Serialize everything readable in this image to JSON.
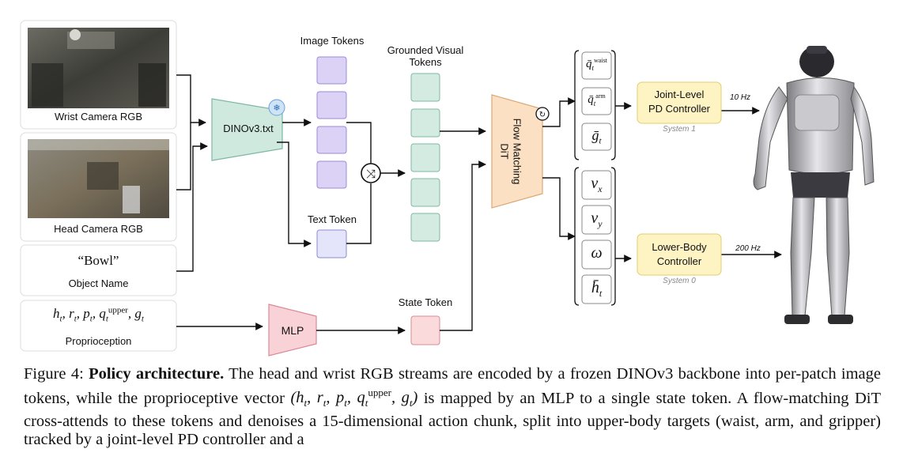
{
  "figure": {
    "inputs": {
      "wrist_camera_label": "Wrist Camera RGB",
      "head_camera_label": "Head Camera RGB",
      "object_text": "“Bowl”",
      "object_label": "Object Name",
      "proprio_formula": "h_t, r_t, p_t, q_t^upper, g_t",
      "proprio_label": "Proprioception"
    },
    "encoder": {
      "label": "DINOv3.txt",
      "frozen_icon": "snowflake-icon"
    },
    "image_tokens_label": "Image Tokens",
    "text_token_label": "Text Token",
    "grounded_label_line1": "Grounded Visual",
    "grounded_label_line2": "Tokens",
    "mlp_label": "MLP",
    "state_token_label": "State Token",
    "cross_icon": "shuffle-icon",
    "dit": {
      "label_line1": "Flow Matching",
      "label_line2": "DiT",
      "icon": "refresh-icon"
    },
    "upper_outputs": [
      "q_t^waist",
      "q_t^arm",
      "ḡ_t"
    ],
    "lower_outputs": [
      "v_x",
      "v_y",
      "ω",
      "h̄_t"
    ],
    "pd_controller": {
      "line1": "Joint-Level",
      "line2": "PD Controller",
      "system": "System 1",
      "rate": "10 Hz"
    },
    "lower_controller": {
      "line1": "Lower-Body",
      "line2": "Controller",
      "system": "System 0",
      "rate": "200 Hz"
    },
    "colors": {
      "image_token": "#dcd2f5",
      "text_token": "#e4e4fb",
      "grounded_token": "#d4ebe2",
      "dinov3": "#cfe9df",
      "mlp": "#f9d2d7",
      "state_token": "#fbdadc",
      "dit": "#fbe0c3",
      "controller": "#fdf3c3"
    }
  },
  "caption": {
    "prefix": "Figure 4: ",
    "bold": "Policy architecture.",
    "t1": " The head and wrist RGB streams are encoded by a frozen DINOv3 backbone into per-patch image tokens, while the proprioceptive vector ",
    "vec": "(h_t, r_t, p_t, q_t^upper, g_t)",
    "t2": " is mapped by an MLP to a single state token. A flow-matching DiT cross-attends to these tokens and denoises a 15-dimensional action chunk, split into upper-body targets (waist, arm, and gripper) tracked by a joint-level PD controller and a"
  }
}
